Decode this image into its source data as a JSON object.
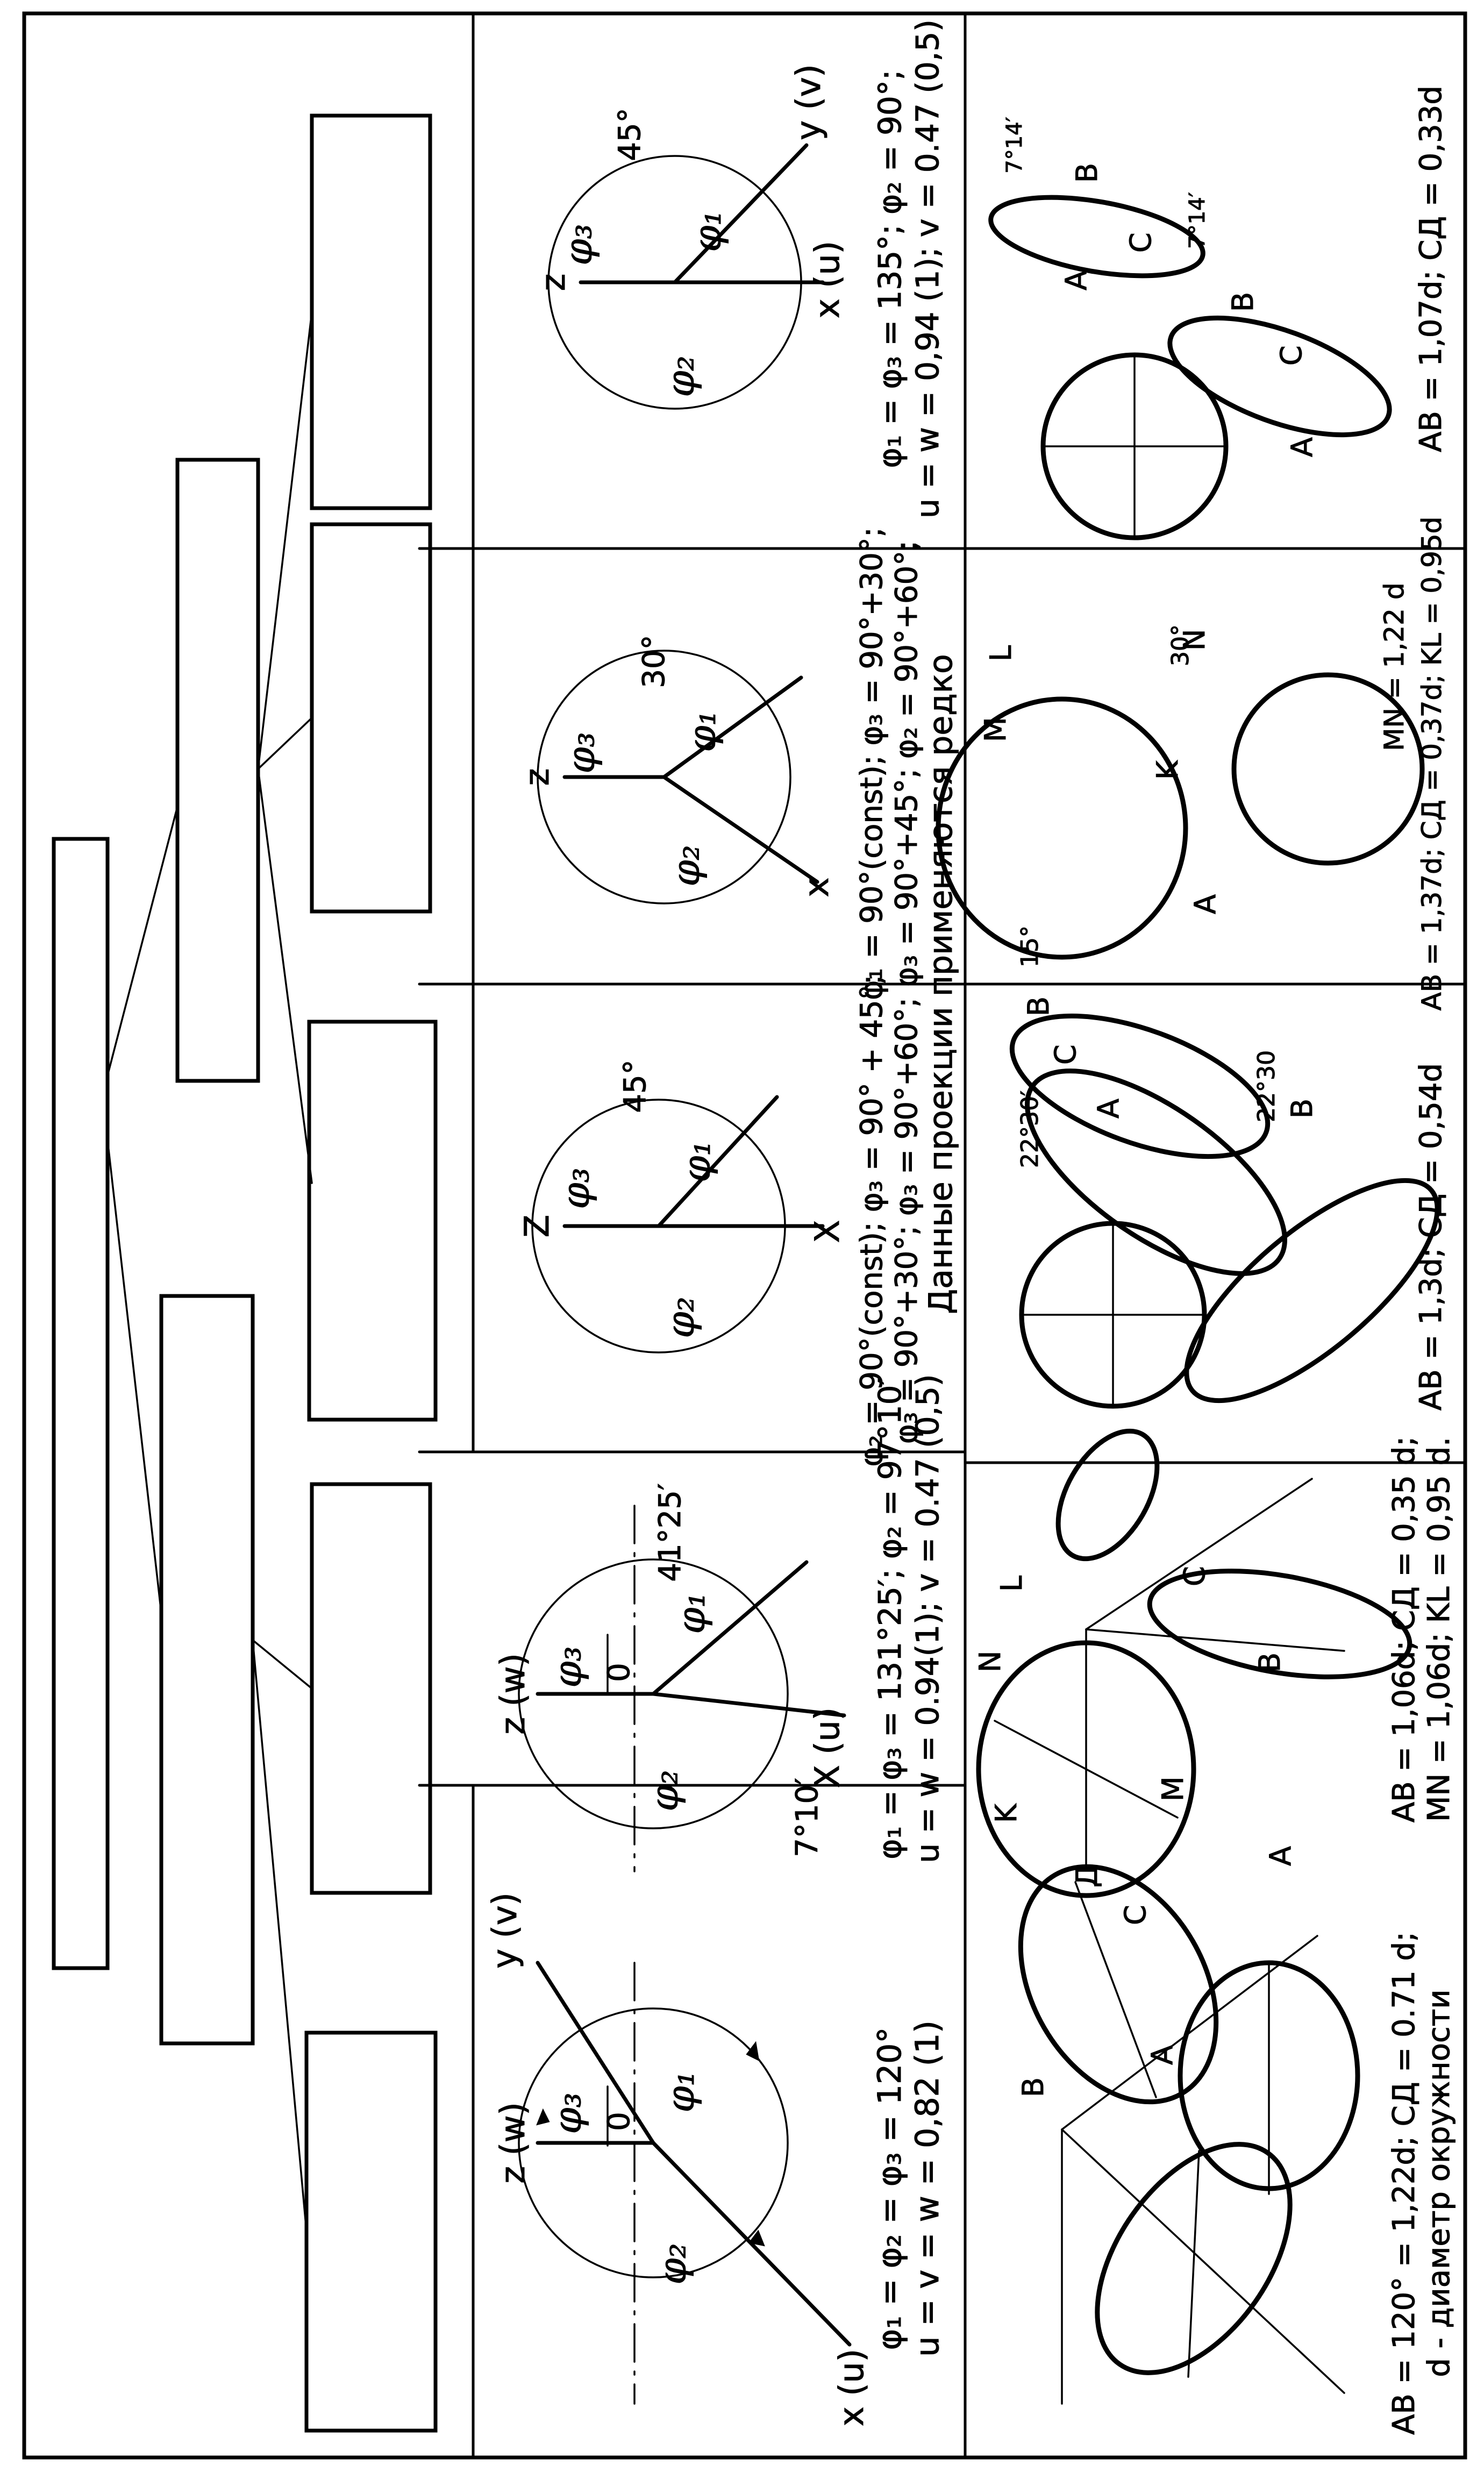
{
  "axes": {
    "p1": {
      "z": "z (w)",
      "y": "y (v)",
      "x": "x (u)",
      "o": "0"
    },
    "p2": {
      "z": "z (w)",
      "x": "X (u)",
      "o": "0"
    },
    "p3": {
      "z": "Z",
      "x": "X"
    },
    "p4": {
      "z": "z",
      "x": "x"
    },
    "p5": {
      "z": "z",
      "y": "y (v)",
      "x": "x (u)"
    }
  },
  "angles": {
    "p2_a": "41°25′",
    "p2_b": "7°10′",
    "p3_a": "45°",
    "p4_a": "30°",
    "p5_a": "45°"
  },
  "phi": {
    "f1": "φ₁",
    "f2": "φ₂",
    "f3": "φ₃"
  },
  "formulas": {
    "p1_l1": "φ₁ = φ₂ = φ₃ = 120°",
    "p1_l2": "u = v = w = 0,82 (1)",
    "p2_l1": "φ₁ = φ₃ = 131°25′; φ₂ = 97°10′",
    "p2_l2": "u = w = 0.94(1); v = 0.47 (0,5)",
    "p3_l1": "φ₂ = 90°(const); φ₃ = 90° + 45°;",
    "p3_l2": "φ₃ = 90°+30°; φ₃ = 90°+60°;",
    "p4_l1": "φ₁ = 90°(const); φ₃ = 90°+30°;",
    "p4_l2": "φ₃ = 90°+45°; φ₂ = 90°+60°;",
    "p34_note": "Данные проекции применяются редко",
    "p5_l1": "φ₁ = φ₃ = 135°; φ₂ = 90°;",
    "p5_l2": "u = w = 0,94 (1); v = 0.47 (0,5)"
  },
  "ellipses": {
    "e1_l1": "AB = 120° = 1,22d; CД = 0.71 d;",
    "e1_l2": "d - диаметр окружности",
    "e2_l1": "AB = 1,06d; CД = 0,35 d;",
    "e2_l2": "MN = 1,06d; KL = 0,95 d.",
    "e3_l1": "AB = 1,3d; CД = 0,54d",
    "e3_a1": "22°30′",
    "e3_a2": "22°30",
    "e4_l1": "AB = 1,37d; CД = 0,37d; KL = 0,95d",
    "e4_l2": "MN = 1,22 d",
    "e4_a1": "15°",
    "e4_a2": "30°",
    "e5_l1": "AB = 1,07d;  CД = 0,33d",
    "e5_a1": "7°14′",
    "e5_a2": "7°14′"
  },
  "pts": {
    "A": "A",
    "B": "B",
    "C": "C",
    "D": "Д",
    "K": "K",
    "L": "L",
    "M": "M",
    "N": "N",
    "x": "x",
    "y": "y",
    "z": "z"
  }
}
